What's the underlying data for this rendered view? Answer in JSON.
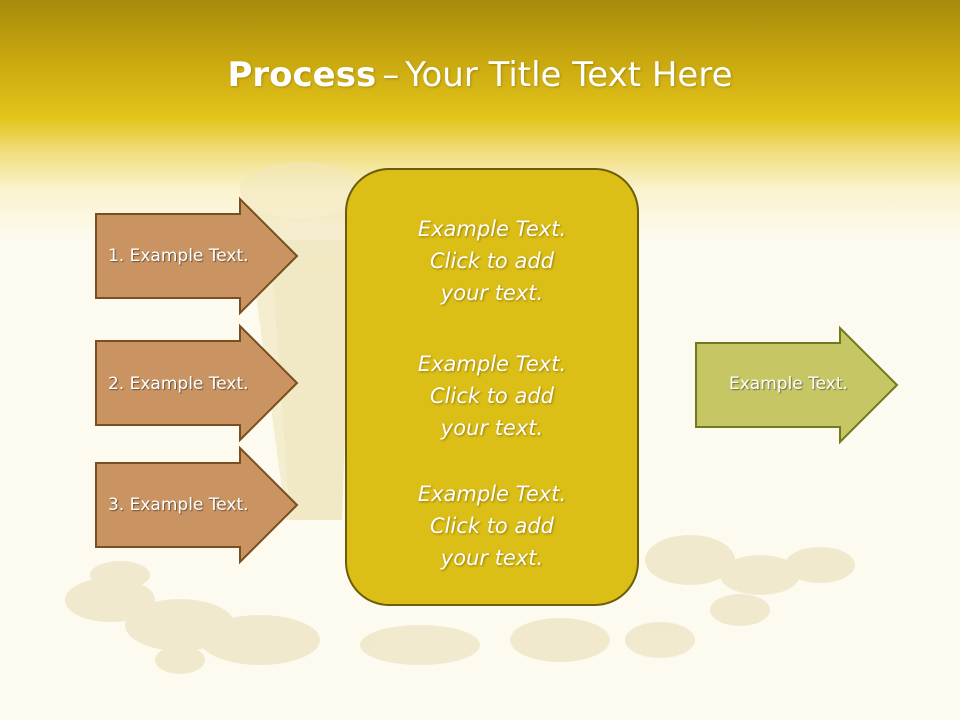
{
  "slide": {
    "title_bold": "Process",
    "title_separator": "–",
    "title_rest": "Your Title Text Here"
  },
  "left_arrows": [
    {
      "label": "1. Example Text."
    },
    {
      "label": "2. Example Text."
    },
    {
      "label": "3. Example Text."
    }
  ],
  "center_box": {
    "blocks": [
      {
        "line1": "Example Text.",
        "line2": "Click  to add",
        "line3": "your text."
      },
      {
        "line1": "Example Text.",
        "line2": "Click  to add",
        "line3": "your text."
      },
      {
        "line1": "Example Text.",
        "line2": "Click  to add",
        "line3": "your text."
      }
    ]
  },
  "right_arrow": {
    "label": "Example Text."
  },
  "colors": {
    "header_gold": "#c9a80f",
    "left_arrow_fill": "#c99362",
    "left_arrow_border": "#7a4e1e",
    "center_fill": "#dcbf16",
    "right_arrow_fill": "#c7c664",
    "right_arrow_border": "#6e7a1e"
  }
}
